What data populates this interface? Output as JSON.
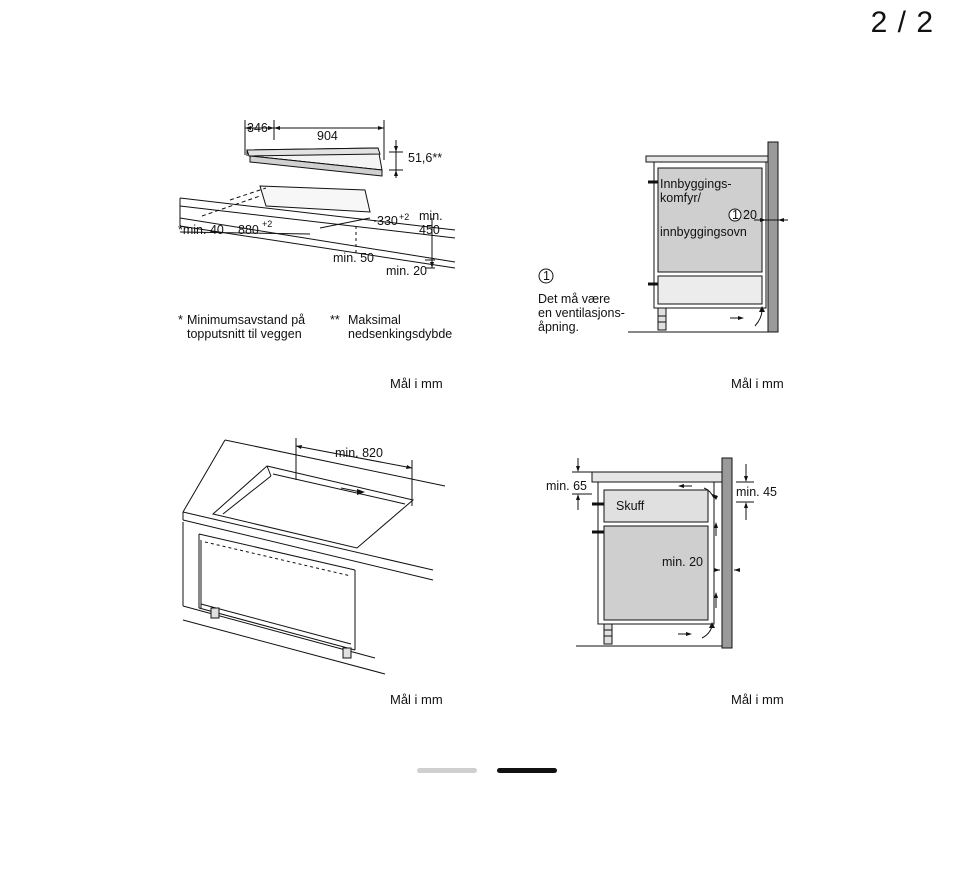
{
  "pagination": {
    "counter": "2 / 2",
    "pages": 2,
    "current": 2
  },
  "fig1": {
    "dim_346": "346",
    "dim_904": "904",
    "dim_516": "51,6**",
    "dim_min40": "*min. 40",
    "dim_880": "880",
    "sup_880": "+2",
    "dim_330": "330",
    "sup_330": "+2",
    "dim_min_a": "min.",
    "dim_450": "450",
    "dim_min50": "min. 50",
    "dim_min20": "min. 20",
    "note1_mark": "*",
    "note1_l1": "Minimumsavstand på",
    "note1_l2": "topputsnitt til veggen",
    "note2_mark": "**",
    "note2_l1": "Maksimal",
    "note2_l2": "nedsenkingsdybde",
    "unit": "Mål i mm"
  },
  "fig2": {
    "label_l1": "Innbyggings-",
    "label_l2": "komfyr/",
    "label_l3": "innbyggingsovn",
    "callout_num": "1",
    "dim_20": "20",
    "note_num": "1",
    "note_l1": "Det må være",
    "note_l2": "en ventilasjons-",
    "note_l3": "åpning.",
    "unit": "Mål i mm"
  },
  "fig3": {
    "dim_min820": "min. 820",
    "unit": "Mål i mm"
  },
  "fig4": {
    "dim_min65": "min. 65",
    "dim_min45": "min. 45",
    "drawer": "Skuff",
    "dim_min20": "min. 20",
    "unit": "Mål i mm"
  }
}
